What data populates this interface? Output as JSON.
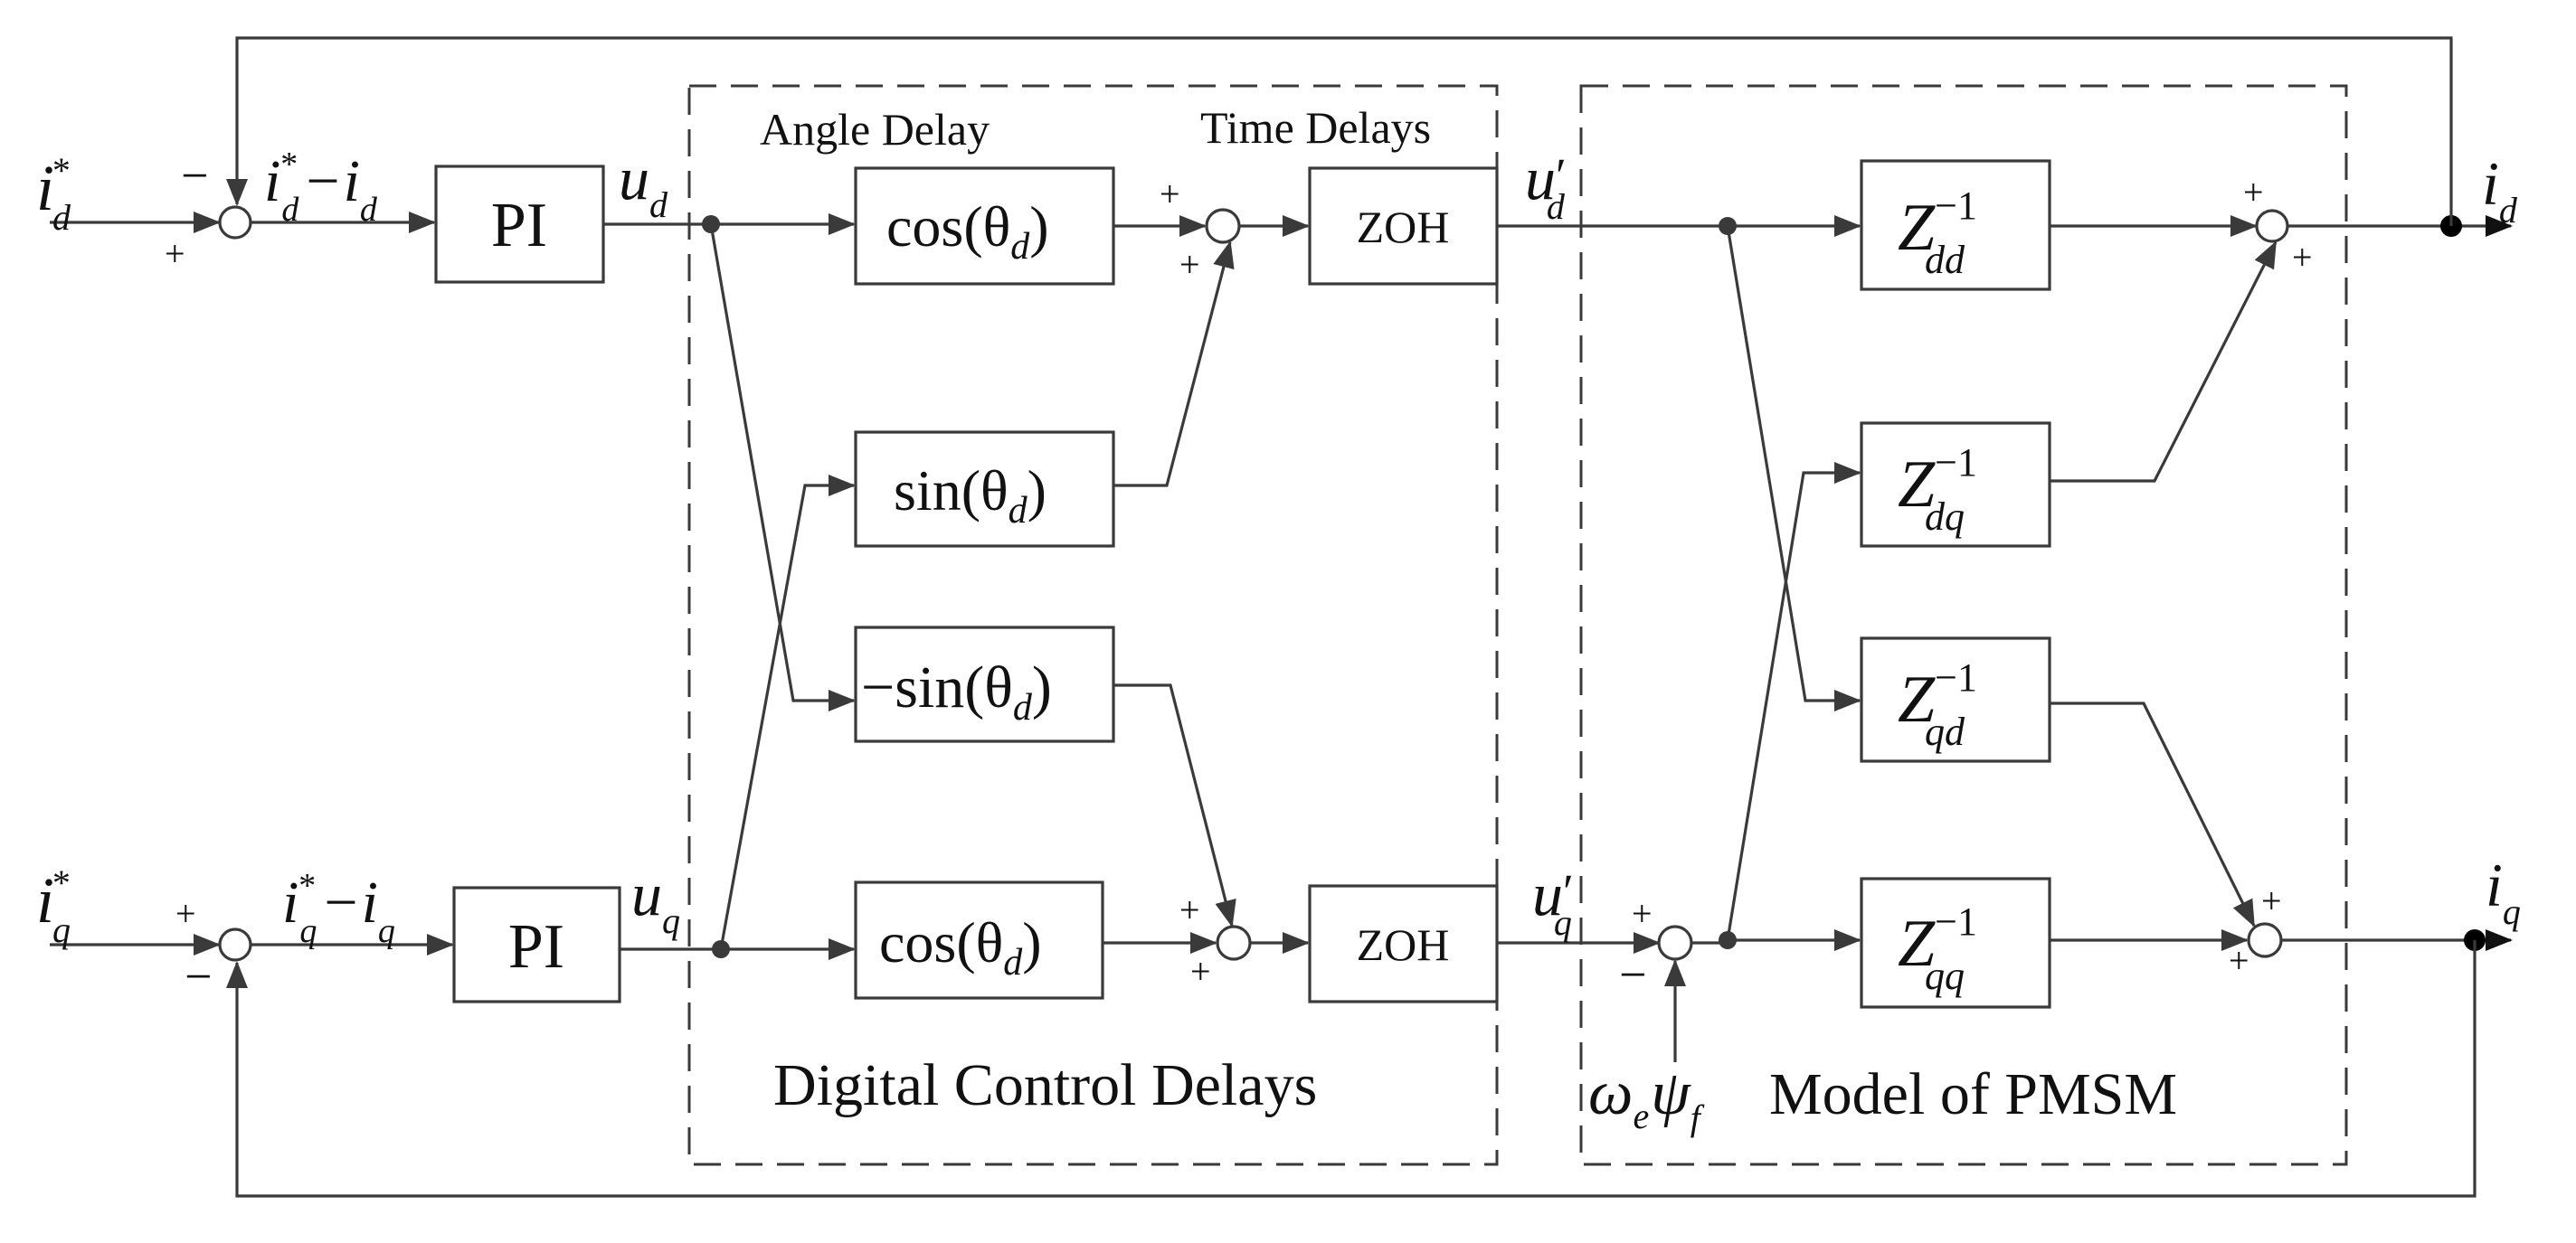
{
  "blocks": {
    "pi_d": "PI",
    "pi_q": "PI",
    "cos_d": "cos(θ",
    "sin_d": "sin(θ",
    "neg_sin": "−sin(θ",
    "cos_q": "cos(θ",
    "zoh_d": "ZOH",
    "zoh_q": "ZOH",
    "z_letter": "Z",
    "z_exp": "−1",
    "z_dd_sub": "dd",
    "z_dq_sub": "dq",
    "z_qd_sub": "qd",
    "z_qq_sub": "qq"
  },
  "labels": {
    "angle_delay": "Angle Delay",
    "time_delays": "Time Delays",
    "digital_control_delays": "Digital Control Delays",
    "model_of_pmsm": "Model of PMSM"
  },
  "symbols": {
    "i": "i",
    "u": "u",
    "star": "*",
    "prime": "′",
    "minus": "−",
    "plus": "+",
    "sub_d": "d",
    "sub_q": "q",
    "omega_e": "ω",
    "sub_e": "e",
    "psi": "ψ",
    "sub_f": "f",
    "theta_sub": "d",
    "close_paren": ")"
  }
}
